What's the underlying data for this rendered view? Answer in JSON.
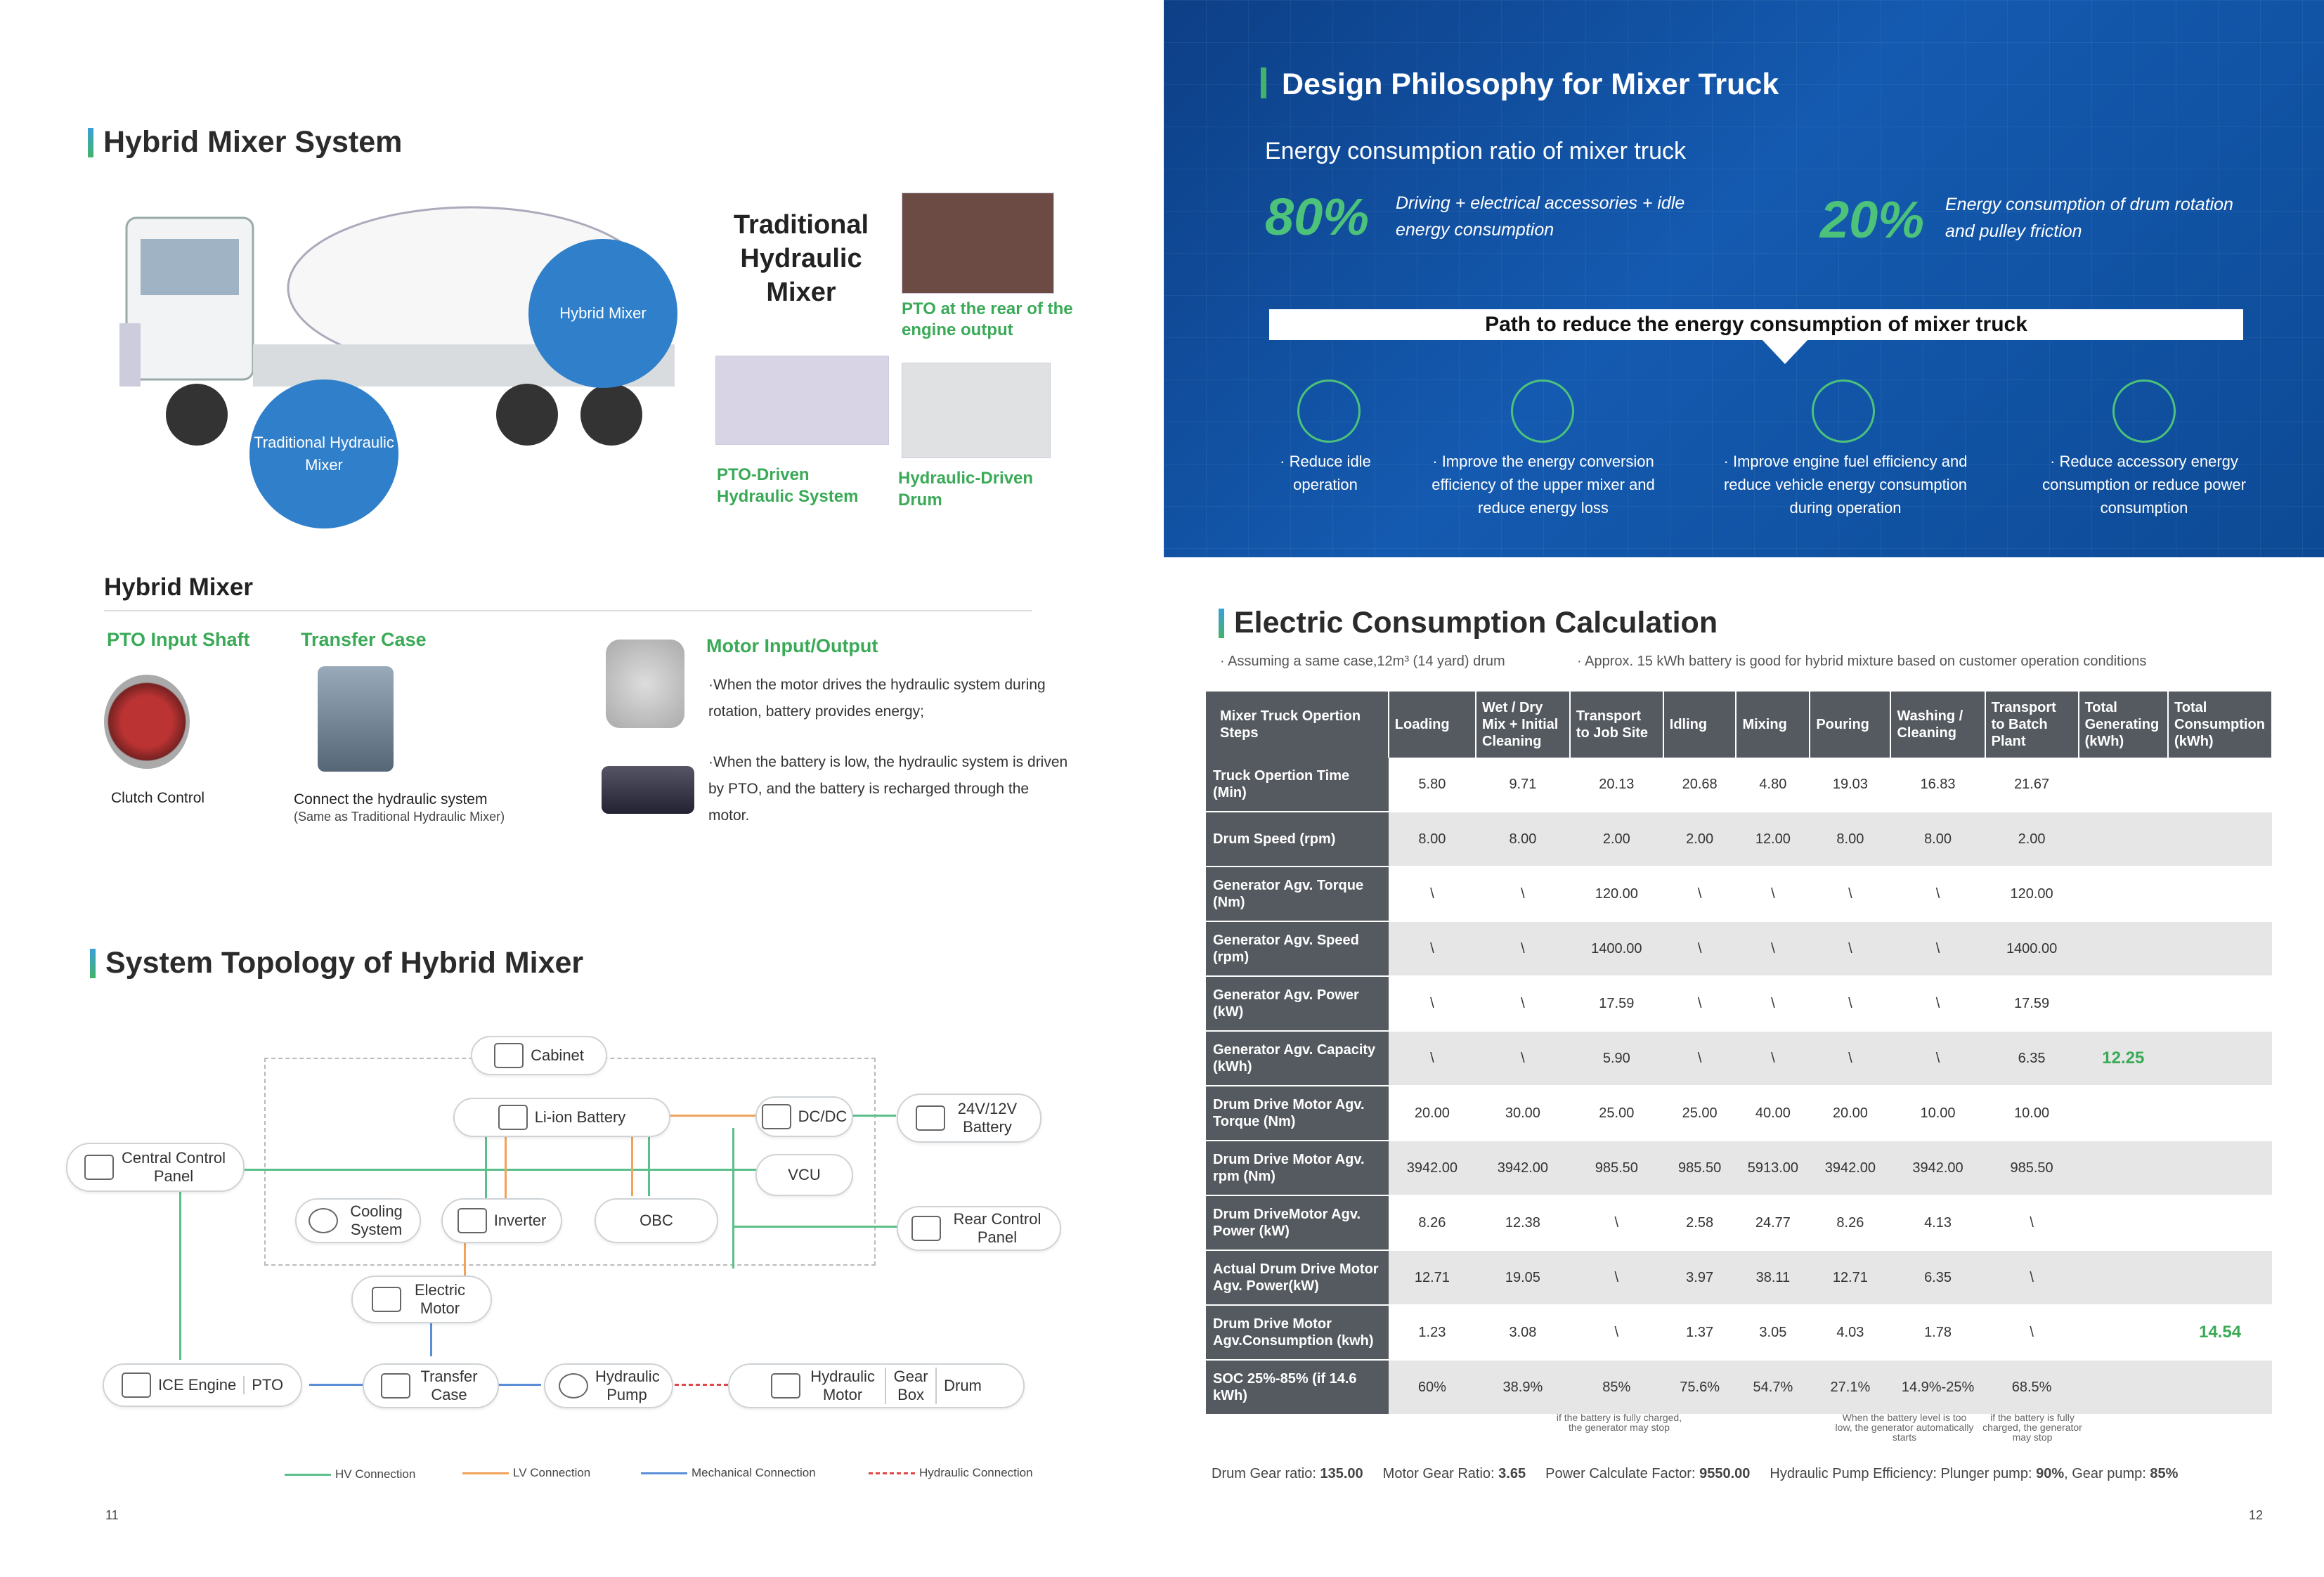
{
  "left": {
    "hybrid_system_title": "Hybrid Mixer System",
    "circle_hybrid": "Hybrid Mixer",
    "circle_traditional": "Traditional Hydraulic Mixer",
    "traditional_title": "Traditional Hydraulic Mixer",
    "pto_rear": "PTO at the rear of the engine output",
    "pto_driven": "PTO-Driven Hydraulic System",
    "hydraulic_drum": "Hydraulic-Driven Drum",
    "hybrid_mixer_title": "Hybrid Mixer",
    "pto_input_shaft": "PTO Input Shaft",
    "transfer_case": "Transfer Case",
    "clutch_control": "Clutch Control",
    "connect_hydraulic": "Connect the hydraulic system",
    "same_as": "(Same as Traditional Hydraulic Mixer)",
    "motor_io": "Motor Input/Output",
    "motor_text1": "·When the motor drives the hydraulic system during rotation, battery provides energy;",
    "motor_text2": "·When the battery is low, the hydraulic system is driven by PTO, and the battery is recharged through the motor.",
    "topology_title": "System Topology of Hybrid Mixer",
    "nodes": {
      "cabinet": "Cabinet",
      "li_ion": "Li-ion Battery",
      "dcdc": "DC/DC",
      "battery24": "24V/12V Battery",
      "central": "Central Control Panel",
      "vcu": "VCU",
      "cooling": "Cooling System",
      "inverter": "Inverter",
      "obc": "OBC",
      "rear_panel": "Rear Control Panel",
      "electric_motor": "Electric Motor",
      "ice": "ICE Engine",
      "pto": "PTO",
      "transfer": "Transfer Case",
      "hyd_pump": "Hydraulic Pump",
      "hyd_motor": "Hydraulic Motor",
      "gearbox": "Gear Box",
      "drum": "Drum"
    },
    "legend": {
      "hv": "HV Connection",
      "lv": "LV Connection",
      "mech": "Mechanical Connection",
      "hyd": "Hydraulic Connection"
    },
    "page_num": "11"
  },
  "right": {
    "design_title": "Design Philosophy for Mixer Truck",
    "energy_ratio": "Energy consumption ratio of mixer truck",
    "pct80": "80%",
    "pct80_text": "Driving  + electrical accessories + idle energy consumption",
    "pct20": "20%",
    "pct20_text": "Energy consumption of drum rotation and pulley friction",
    "path_title": "Path to reduce the energy consumption of mixer truck",
    "paths": [
      "· Reduce idle operation",
      "· Improve the energy conversion efficiency of the upper mixer and reduce energy loss",
      "· Improve engine fuel efficiency and reduce vehicle energy consumption during operation",
      "· Reduce accessory energy consumption or reduce power consumption"
    ],
    "calc_title": "Electric Consumption Calculation",
    "note1": "· Assuming a same case,12m³ (14 yard) drum",
    "note2": "· Approx. 15 kWh battery is good for hybrid mixture based on customer operation conditions",
    "headers": [
      "Mixer Truck Opertion Steps",
      "Loading",
      "Wet / Dry Mix + Initial Cleaning",
      "Transport to Job Site",
      "Idling",
      "Mixing",
      "Pouring",
      "Washing / Cleaning",
      "Transport to Batch Plant",
      "Total Generating (kWh)",
      "Total Consumption (kWh)"
    ],
    "rows": [
      [
        "Truck Opertion Time (Min)",
        "5.80",
        "9.71",
        "20.13",
        "20.68",
        "4.80",
        "19.03",
        "16.83",
        "21.67",
        "",
        ""
      ],
      [
        "Drum Speed (rpm)",
        "8.00",
        "8.00",
        "2.00",
        "2.00",
        "12.00",
        "8.00",
        "8.00",
        "2.00",
        "",
        ""
      ],
      [
        "Generator Agv. Torque (Nm)",
        "\\",
        "\\",
        "120.00",
        "\\",
        "\\",
        "\\",
        "\\",
        "120.00",
        "",
        ""
      ],
      [
        "Generator Agv. Speed (rpm)",
        "\\",
        "\\",
        "1400.00",
        "\\",
        "\\",
        "\\",
        "\\",
        "1400.00",
        "",
        ""
      ],
      [
        "Generator Agv. Power (kW)",
        "\\",
        "\\",
        "17.59",
        "\\",
        "\\",
        "\\",
        "\\",
        "17.59",
        "",
        ""
      ],
      [
        "Generator Agv. Capacity (kWh)",
        "\\",
        "\\",
        "5.90",
        "\\",
        "\\",
        "\\",
        "\\",
        "6.35",
        "12.25",
        ""
      ],
      [
        "Drum Drive Motor Agv. Torque (Nm)",
        "20.00",
        "30.00",
        "25.00",
        "25.00",
        "40.00",
        "20.00",
        "10.00",
        "10.00",
        "",
        ""
      ],
      [
        "Drum Drive Motor Agv. rpm (Nm)",
        "3942.00",
        "3942.00",
        "985.50",
        "985.50",
        "5913.00",
        "3942.00",
        "3942.00",
        "985.50",
        "",
        ""
      ],
      [
        "Drum DriveMotor Agv. Power (kW)",
        "8.26",
        "12.38",
        "\\",
        "2.58",
        "24.77",
        "8.26",
        "4.13",
        "\\",
        "",
        ""
      ],
      [
        "Actual Drum Drive Motor Agv. Power(kW)",
        "12.71",
        "19.05",
        "\\",
        "3.97",
        "38.11",
        "12.71",
        "6.35",
        "\\",
        "",
        ""
      ],
      [
        "Drum Drive Motor Agv.Consumption (kwh)",
        "1.23",
        "3.08",
        "\\",
        "1.37",
        "3.05",
        "4.03",
        "1.78",
        "\\",
        "",
        "14.54"
      ],
      [
        "SOC 25%-85% (if 14.6 kWh)",
        "60%",
        "38.9%",
        "85%",
        "75.6%",
        "54.7%",
        "27.1%",
        "14.9%-25%",
        "68.5%",
        "",
        ""
      ]
    ],
    "footnote1": "if the battery is fully charged, the generator may stop",
    "footnote2": "When the battery level is too low, the generator automatically starts",
    "footnote3": "if the battery is fully charged, the generator may stop",
    "footer_items": [
      {
        "label": "Drum Gear ratio: ",
        "value": "135.00"
      },
      {
        "label": "Motor Gear Ratio: ",
        "value": "3.65"
      },
      {
        "label": "Power Calculate Factor: ",
        "value": "9550.00"
      },
      {
        "label": "Hydraulic Pump Efficiency: Plunger pump: ",
        "value": "90%"
      },
      {
        "label": ", Gear pump: ",
        "value": "85%"
      }
    ],
    "page_num": "12"
  }
}
